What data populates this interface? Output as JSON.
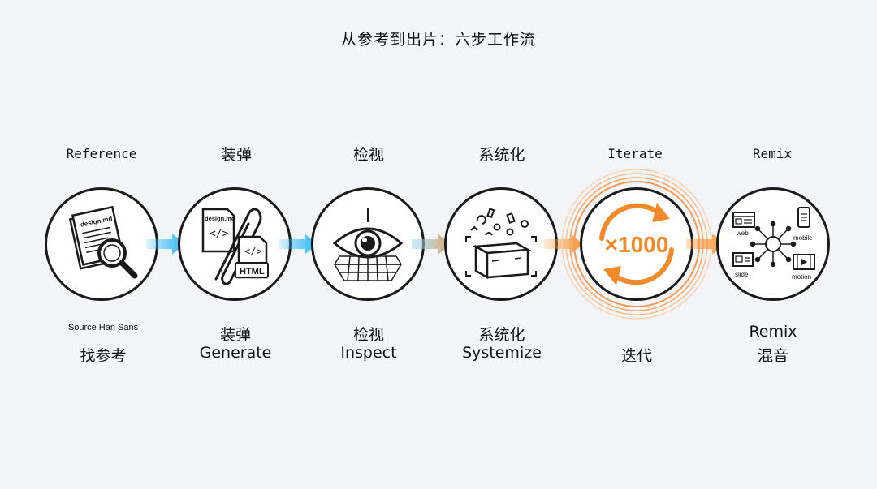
{
  "title": "从参考到出片：六步工作流",
  "steps": [
    {
      "top_label": "Reference",
      "bottom_small": "Source Han Sans",
      "bottom_label": "找参考",
      "icon_text": "design.md"
    },
    {
      "top_label": "装弹",
      "bottom_label_1": "装弹",
      "bottom_label_2": "Generate",
      "icon_text_1": "design.md",
      "icon_text_2": "HTML"
    },
    {
      "top_label": "检视",
      "bottom_label_1": "检视",
      "bottom_label_2": "Inspect"
    },
    {
      "top_label": "系统化",
      "bottom_label_1": "系统化",
      "bottom_label_2": "Systemize"
    },
    {
      "top_label": "Iterate",
      "bottom_label": "迭代",
      "icon_text": "×1000"
    },
    {
      "top_label": "Remix",
      "bottom_label_1": "Remix",
      "bottom_label_2": "混音",
      "icon_labels": [
        "web",
        "mobile",
        "slide",
        "motion"
      ]
    }
  ],
  "colors": {
    "stroke": "#1a1a1a",
    "accent_blue": "#29b6f6",
    "accent_orange": "#f7983a",
    "orange_glow": "#f9b27a"
  }
}
